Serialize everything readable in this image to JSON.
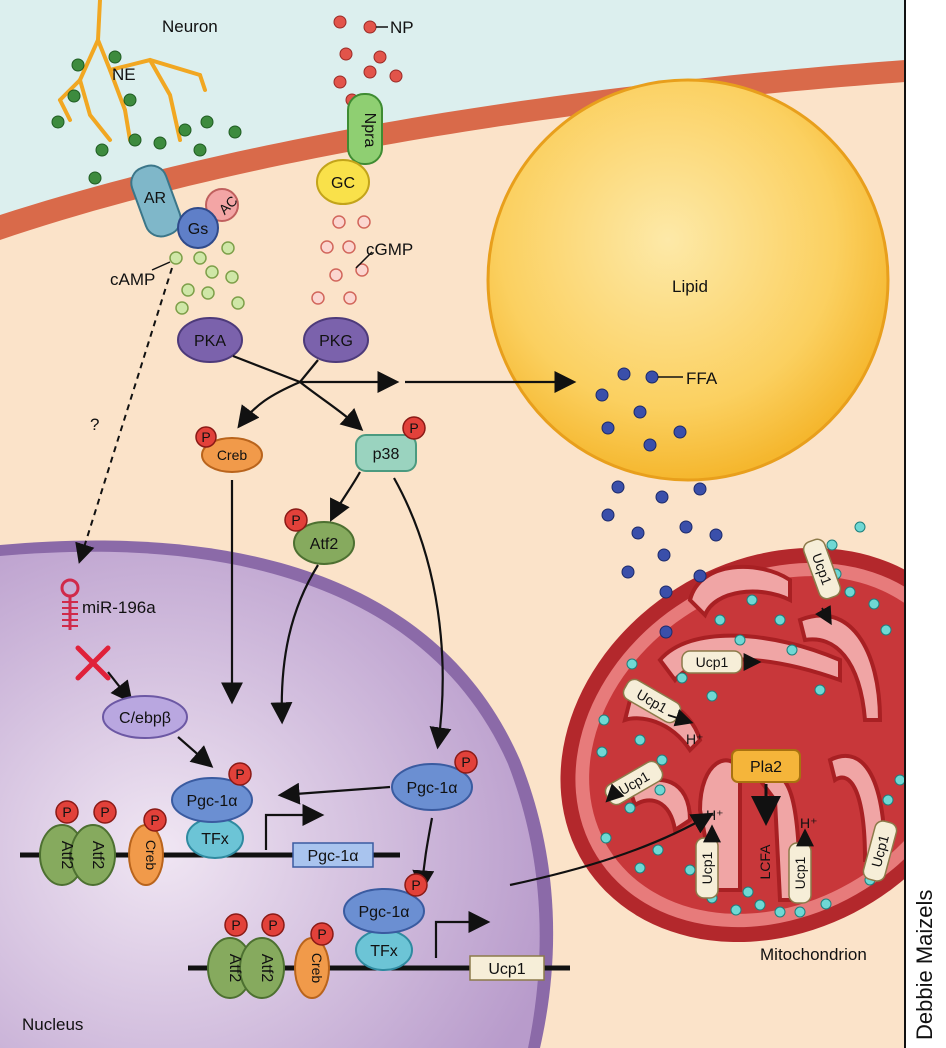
{
  "labels": {
    "neuron": "Neuron",
    "ne": "NE",
    "np": "NP",
    "npra": "Npra",
    "gc": "GC",
    "cgmp": "cGMP",
    "ar": "AR",
    "gs": "Gs",
    "ac": "AC",
    "camp": "cAMP",
    "pka": "PKA",
    "pkg": "PKG",
    "lipid": "Lipid",
    "ffa": "FFA",
    "creb": "Creb",
    "p38": "p38",
    "atf2": "Atf2",
    "question": "?",
    "mir": "miR-196a",
    "cebp": "C/ebpβ",
    "pgc": "Pgc-1α",
    "tfx": "TFx",
    "pgc_gene": "Pgc-1α",
    "ucp1_gene": "Ucp1",
    "ucp1": "Ucp1",
    "pla2": "Pla2",
    "lcfa": "LCFA",
    "hplus": "H⁺",
    "p": "P",
    "nucleus": "Nucleus",
    "mitochondrion": "Mitochondrion",
    "credit": "Debbie Maizels"
  },
  "colors": {
    "extracellular": "#dcefee",
    "cytoplasm": "#fbe3c9",
    "membrane": "#d96a4a",
    "nucleus": "#cdb8dc",
    "lipid": "#fbc93f",
    "mito_outer": "#c53a3c",
    "mito_inner": "#e98484",
    "kinase": "#7b62ac",
    "p_dot": "#e2413a",
    "creb": "#f19a4a",
    "p38": "#9ad3bf",
    "atf2": "#86aa5e",
    "pgc": "#6b8fd2",
    "tfx": "#6cc4d6",
    "ne_dot": "#3d8b3e",
    "np_dot": "#e2544a",
    "ffa_dot": "#3a4faa",
    "proton_dot": "#6fd8d4",
    "neuron_axon": "#f1a722"
  }
}
